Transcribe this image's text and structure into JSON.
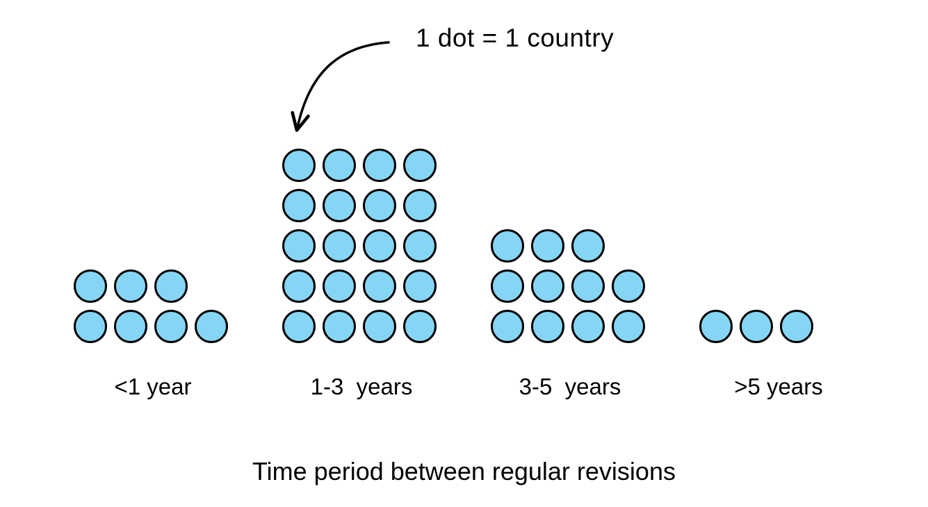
{
  "legend": {
    "text": "1 dot = 1 country"
  },
  "chart_data": {
    "type": "dot_plot",
    "title": "Time period between regular revisions",
    "unit_note": "1 dot = 1 country",
    "categories": [
      "<1 year",
      "1-3  years",
      "3-5  years",
      ">5 years"
    ],
    "values": [
      7,
      20,
      11,
      3
    ],
    "dot_rows": [
      [
        3,
        4
      ],
      [
        4,
        4,
        4,
        4,
        4
      ],
      [
        3,
        4,
        4
      ],
      [
        3
      ]
    ],
    "dot_color": "#85d6f5",
    "dot_border_color": "#000000",
    "legend_position": "top-center",
    "grid": false,
    "xlabel": "Time period between regular revisions",
    "ylabel": ""
  }
}
